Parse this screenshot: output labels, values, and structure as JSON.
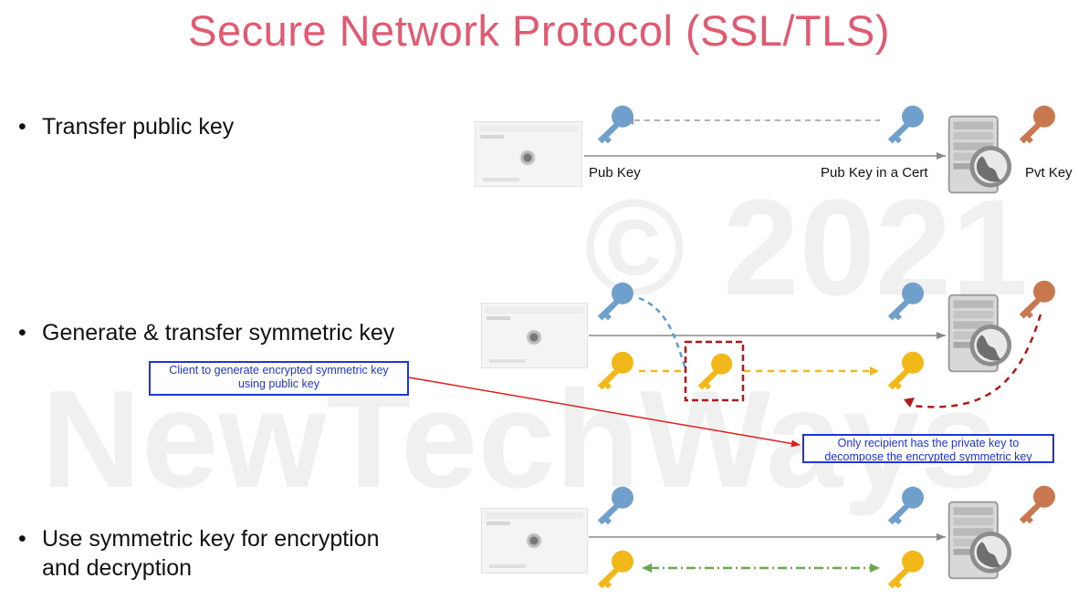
{
  "title": "Secure Network Protocol (SSL/TLS)",
  "bullets": [
    "Transfer public key",
    "Generate & transfer symmetric key",
    "Use symmetric key for encryption",
    "and decryption"
  ],
  "labels": {
    "pub_key": "Pub Key",
    "pub_key_cert": "Pub Key in a Cert",
    "pvt_key": "Pvt Key"
  },
  "notes": {
    "client_generate": "Client to generate encrypted symmetric key using public key",
    "recipient_decompose": "Only recipient has the private key to decompose the encrypted symmetric key"
  },
  "watermark": {
    "year": "© 2021",
    "brand": "NewTechWays"
  },
  "colors": {
    "title": "#e05a72",
    "public_key": "#6f9fca",
    "private_key": "#c8774f",
    "symmetric_key": "#f2b81a",
    "annotation": "#1f35d6",
    "highlight_box": "#b01818",
    "symmetric_channel": "#6aa84f"
  },
  "icons": [
    "browser-window-icon",
    "server-icon",
    "globe-icon",
    "key-icon"
  ]
}
